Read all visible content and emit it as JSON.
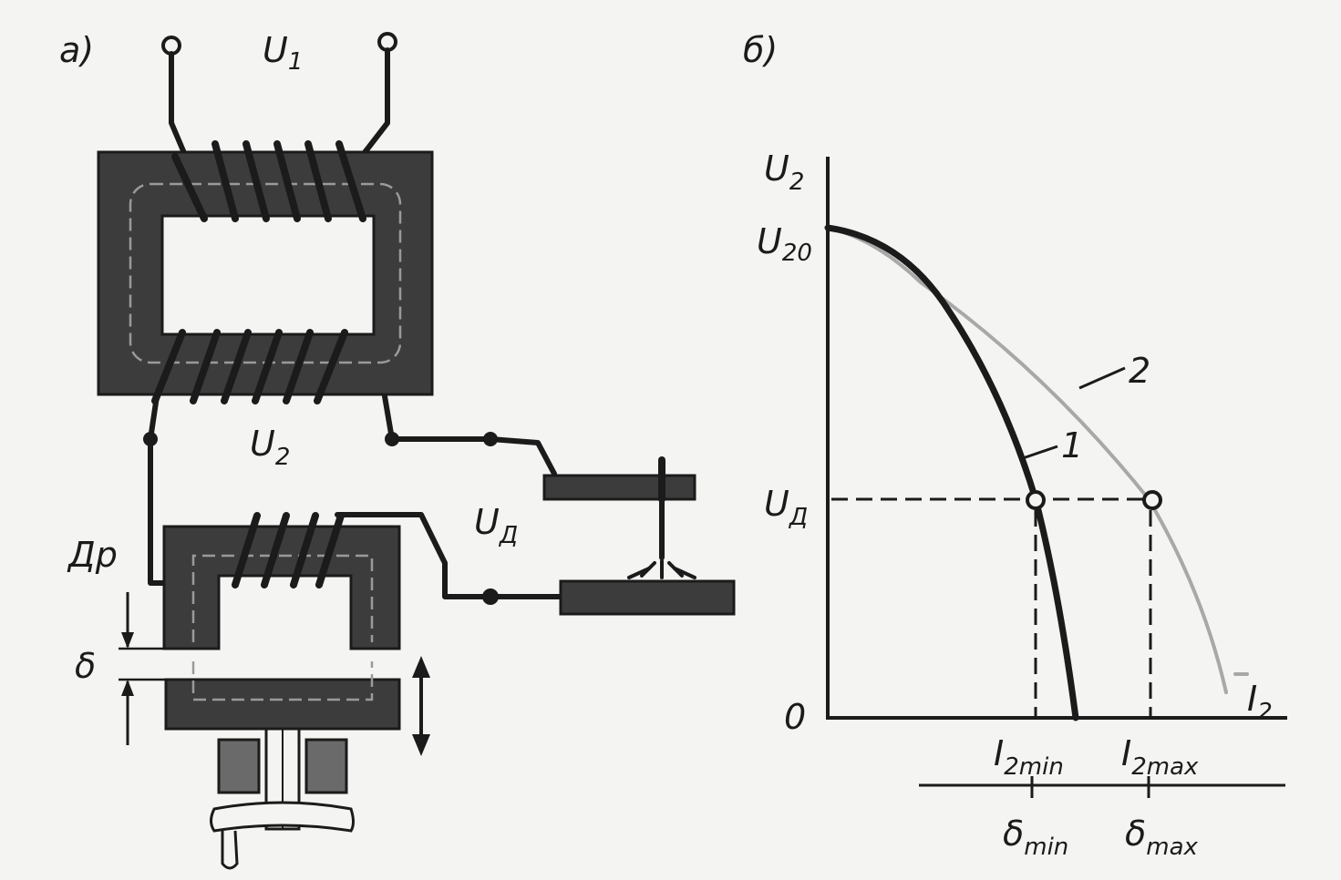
{
  "panel_a": {
    "caption": "а)",
    "u1": "U",
    "u1_sub": "1",
    "u2": "U",
    "u2_sub": "2",
    "ud": "U",
    "ud_sub": "Д",
    "choke": "Др",
    "gap": "δ"
  },
  "panel_b": {
    "caption": "б)",
    "y_axis": "U",
    "y_axis_sub": "2",
    "u20": "U",
    "u20_sub": "20",
    "ud": "U",
    "ud_sub": "Д",
    "origin": "0",
    "x_axis": "I",
    "x_axis_sub": "2",
    "i2min": "I",
    "i2min_sub": "2",
    "i2min_sub2": "min",
    "i2max": "I",
    "i2max_sub": "2",
    "i2max_sub2": "max",
    "dmin": "δ",
    "dmin_sub": "min",
    "dmax": "δ",
    "dmax_sub": "max",
    "curve1_label": "1",
    "curve2_label": "2"
  },
  "colors": {
    "ink": "#1b1b1b",
    "core": "#3c3c3c",
    "curve2": "#a8a8a8",
    "paper": "#f4f4f2"
  }
}
